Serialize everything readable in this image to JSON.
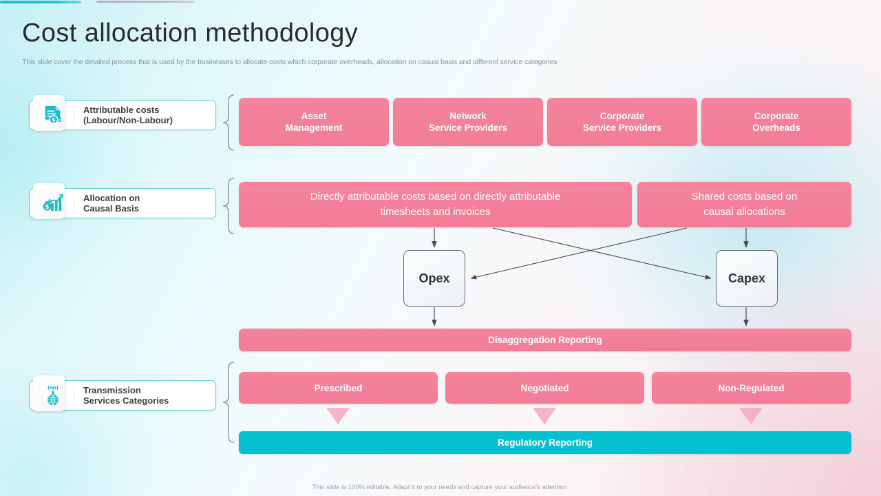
{
  "header": {
    "title": "Cost allocation methodology",
    "subtitle": "This slide cover the detailed process that is used by the businesses to allocate costs which corporate overheads, allocation on casual basis and different service categories"
  },
  "footer": {
    "note": "This slide is 100% editable. Adapt it to your needs and capture your audience's attention."
  },
  "accents": {
    "teal_color": "#17c6d6",
    "gray_color": "#b9aebb"
  },
  "theme": {
    "pink": "#f4809a",
    "teal": "#06c0cf",
    "card_border": "#5fd2de",
    "neutral_border": "#6a6a72",
    "arrow": "#4a4a52",
    "brace": "#808a8f"
  },
  "categories": [
    {
      "icon": "invoice-document-icon",
      "line1": "Attributable costs",
      "line2": "(Labour/Non-Labour)"
    },
    {
      "icon": "growth-chart-money-icon",
      "line1": "Allocation  on",
      "line2": "Causal Basis"
    },
    {
      "icon": "broadcast-globe-icon",
      "line1": "Transmission",
      "line2": "Services Categories"
    }
  ],
  "row_attributable": [
    {
      "line1": "Asset",
      "line2": "Management"
    },
    {
      "line1": "Network",
      "line2": "Service Providers"
    },
    {
      "line1": "Corporate",
      "line2": "Service Providers"
    },
    {
      "line1": "Corporate",
      "line2": "Overheads"
    }
  ],
  "row_causal": [
    {
      "line1": "Directly attributable costs based on directly attributable",
      "line2": "timesheets and invoices"
    },
    {
      "line1": "Shared costs based on",
      "line2": "causal allocations"
    }
  ],
  "outcomes": [
    {
      "label": "Opex"
    },
    {
      "label": "Capex"
    }
  ],
  "disaggregation": {
    "label": "Disaggregation Reporting"
  },
  "service_categories": [
    {
      "label": "Prescribed"
    },
    {
      "label": "Negotiated"
    },
    {
      "label": "Non-Regulated"
    }
  ],
  "regulatory": {
    "label": "Regulatory Reporting"
  }
}
